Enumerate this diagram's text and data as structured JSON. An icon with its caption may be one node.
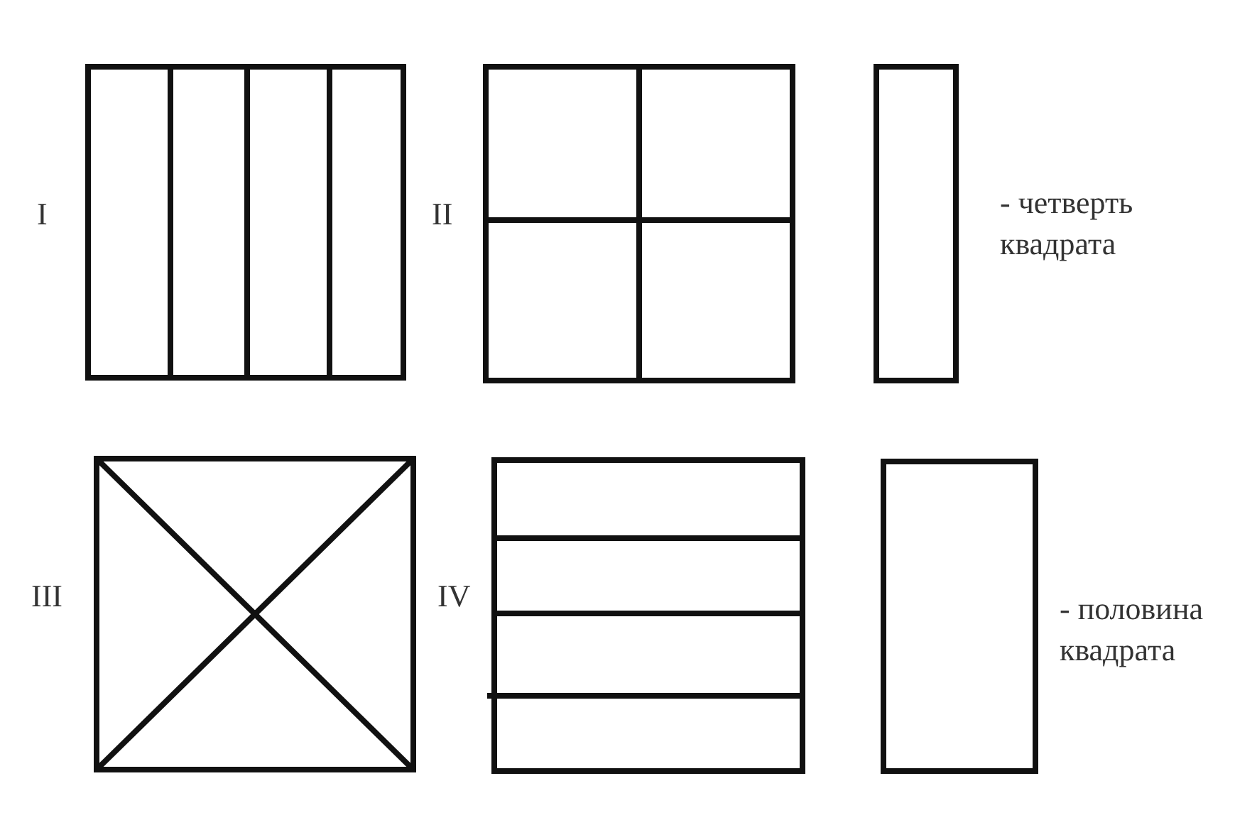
{
  "diagram": {
    "labels": [
      "I",
      "II",
      "- четверть квадрата",
      "III",
      "IV",
      "- половина квадрата"
    ]
  }
}
